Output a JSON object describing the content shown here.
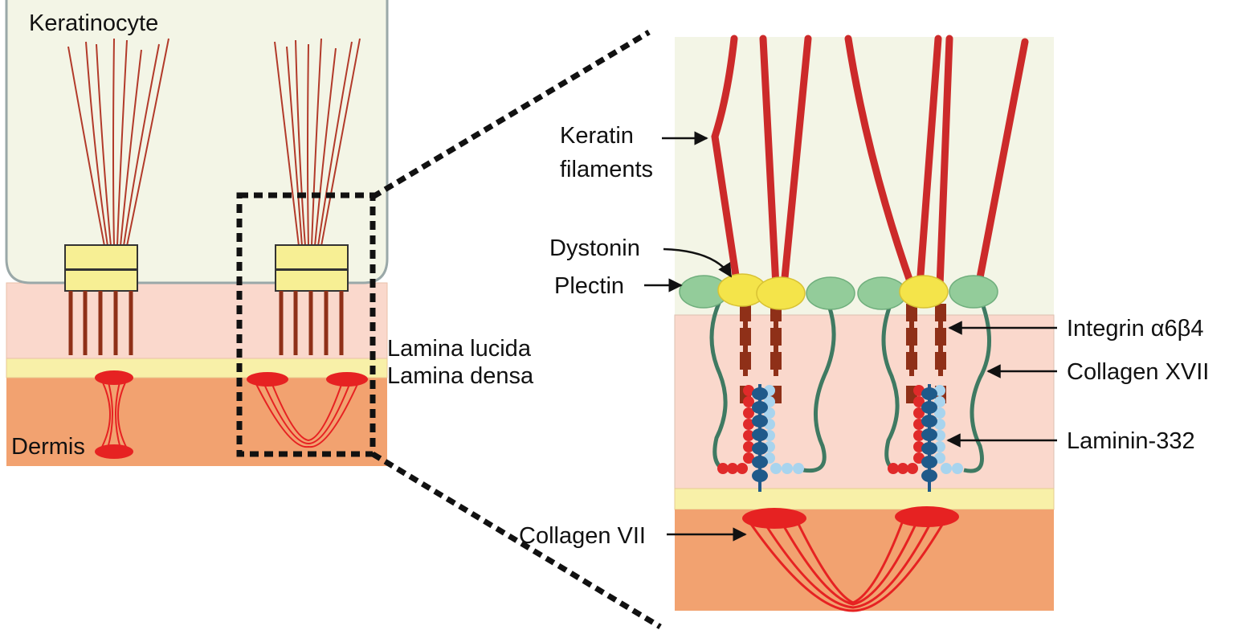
{
  "labels": {
    "keratinocyte": "Keratinocyte",
    "lamina_lucida": "Lamina lucida",
    "lamina_densa": "Lamina densa",
    "dermis": "Dermis",
    "keratin_line1": "Keratin",
    "keratin_line2": "filaments",
    "dystonin": "Dystonin",
    "plectin": "Plectin",
    "integrin": "Integrin α6β4",
    "collagen_xvii": "Collagen XVII",
    "laminin": "Laminin-332",
    "collagen_vii": "Collagen VII"
  },
  "colors": {
    "keratinocyte_fill": "#f3f5e6",
    "keratinocyte_border": "#9aa8a8",
    "lucida": "#fad8cc",
    "densa": "#f8f0a8",
    "dermis": "#f2a270",
    "keratin": "#cc2a2a",
    "keratin_thin": "#b23a2a",
    "hemidesmosome_plate": "#f7ef94",
    "integrin": "#8f3018",
    "plectin": "#93cc9a",
    "dystonin": "#f4e44a",
    "collagen_xvii": "#3f7a62",
    "laminin_red": "#e02a2a",
    "laminin_blue": "#1f5a8a",
    "laminin_light": "#a8d4ee",
    "collagen_vii": "#e62222"
  }
}
